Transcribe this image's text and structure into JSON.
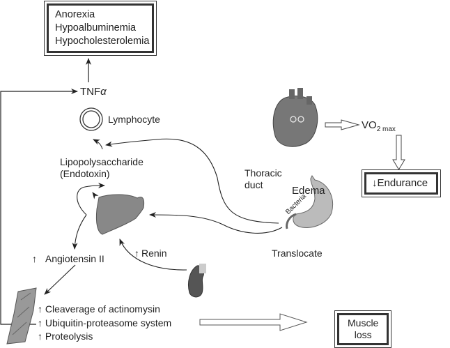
{
  "symptoms_box": {
    "lines": [
      "Anorexia",
      "Hypoalbuminemia",
      "Hypocholesterolemia"
    ]
  },
  "tnf": {
    "label": "TNF",
    "greek": "α"
  },
  "lymphocyte": {
    "label": "Lymphocyte"
  },
  "lps": {
    "line1": "Lipopolysaccharide",
    "line2": "(Endotoxin)"
  },
  "angiotensin": {
    "arrow": "↑",
    "label": "Angiotensin II"
  },
  "renin": {
    "arrow": "↑",
    "label": "Renin"
  },
  "thoracic": {
    "line1": "Thoracic",
    "line2": "duct"
  },
  "gut": {
    "edema": "Edema",
    "bacteria": "Bacteria"
  },
  "translocate": {
    "label": "Translocate"
  },
  "vo2": {
    "base": "VO",
    "sub": "2 max"
  },
  "endurance_box": {
    "arrow": "↓",
    "label": "Endurance"
  },
  "muscle_effects": [
    {
      "arrow": "↑",
      "label": "Cleaverage of actinomysin"
    },
    {
      "arrow": "↑",
      "label": "Ubiquitin-proteasome system"
    },
    {
      "arrow": "↑",
      "label": "Proteolysis"
    }
  ],
  "muscle_loss_box": {
    "line1": "Muscle",
    "line2": "loss"
  }
}
